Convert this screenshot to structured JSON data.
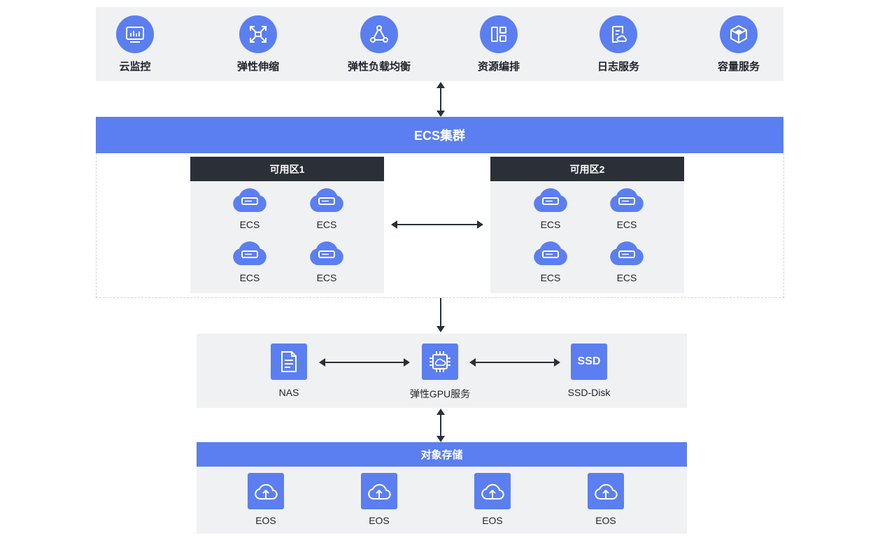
{
  "services": [
    {
      "label": "云监控",
      "icon": "monitor-chart-icon"
    },
    {
      "label": "弹性伸缩",
      "icon": "elastic-scaling-icon"
    },
    {
      "label": "弹性负载均衡",
      "icon": "load-balancer-triangle-icon"
    },
    {
      "label": "资源编排",
      "icon": "resource-orchestration-icon"
    },
    {
      "label": "日志服务",
      "icon": "log-service-icon"
    },
    {
      "label": "容量服务",
      "icon": "capacity-cube-icon"
    }
  ],
  "cluster": {
    "title": "ECS集群",
    "zones": [
      {
        "title": "可用区1",
        "instances": [
          "ECS",
          "ECS",
          "ECS",
          "ECS"
        ]
      },
      {
        "title": "可用区2",
        "instances": [
          "ECS",
          "ECS",
          "ECS",
          "ECS"
        ]
      }
    ]
  },
  "storage_layer": {
    "nas": "NAS",
    "gpu": "弹性GPU服务",
    "ssd_icon_text": "SSD",
    "ssd": "SSD-Disk"
  },
  "object_storage": {
    "title": "对象存储",
    "items": [
      "EOS",
      "EOS",
      "EOS",
      "EOS"
    ]
  },
  "colors": {
    "accent": "#5b7ff0",
    "panel": "#f0f1f3",
    "zone_header": "#2b2f36",
    "arrow": "#2b2f36"
  }
}
